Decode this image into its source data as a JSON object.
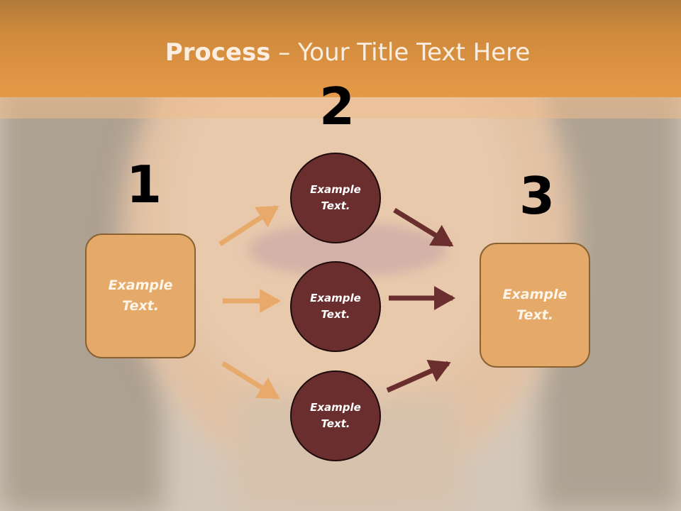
{
  "title": {
    "bold": "Process",
    "rest": " – Your Title Text Here"
  },
  "steps": [
    {
      "number": "1",
      "label_line1": "Example",
      "label_line2": "Text."
    },
    {
      "number": "2"
    },
    {
      "number": "3",
      "label_line1": "Example",
      "label_line2": "Text."
    }
  ],
  "circles": [
    {
      "line1": "Example",
      "line2": "Text."
    },
    {
      "line1": "Example",
      "line2": "Text."
    },
    {
      "line1": "Example",
      "line2": "Text."
    }
  ],
  "colors": {
    "title_bar": "#e59a47",
    "box_fill": "#e5a96a",
    "circle_fill": "#6b2e2e",
    "light_arrow": "#e8aa6b",
    "dark_arrow": "#6b2e2e"
  }
}
